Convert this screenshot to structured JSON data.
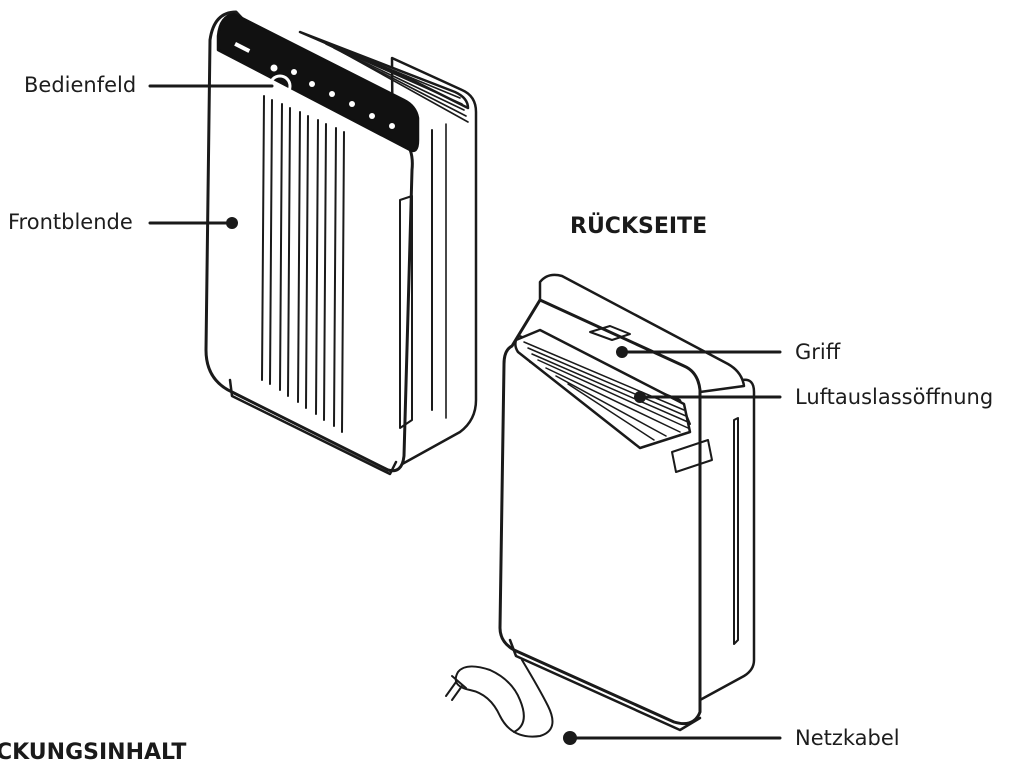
{
  "labels": {
    "control_panel": "Bedienfeld",
    "front_panel": "Frontblende",
    "handle": "Griff",
    "air_outlet": "Luftauslassöffnung",
    "power_cord": "Netzkabel"
  },
  "headings": {
    "back_side": "RÜCKSEITE",
    "package_contents_partial": "CKUNGSINHALT"
  },
  "colors": {
    "line": "#1a1a1a",
    "body": "#ffffff",
    "panel": "#111111"
  }
}
